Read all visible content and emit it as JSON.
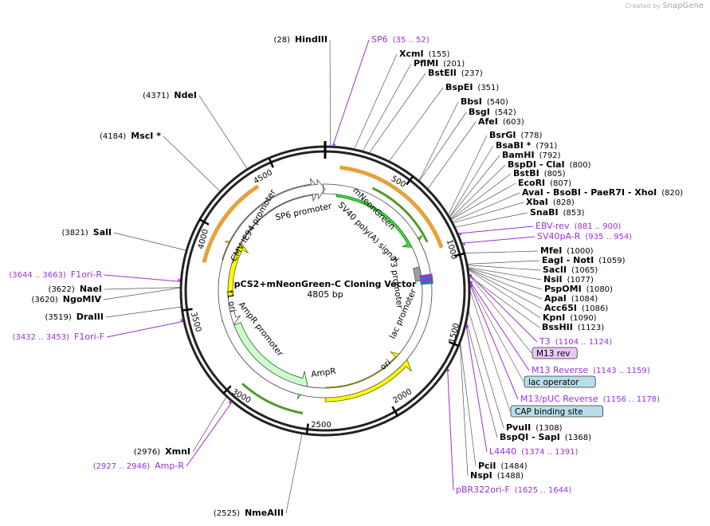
{
  "app": {
    "credit_prefix": "Created by",
    "credit_brand": "SnapGene"
  },
  "plasmid": {
    "name": "pCS2+mNeonGreen-C Cloning Vector",
    "length_label": "4805 bp"
  },
  "ticks": [
    "500",
    "1000",
    "1500",
    "2000",
    "2500",
    "3000",
    "3500",
    "4000",
    "4500"
  ],
  "features": [
    {
      "label": "mNeonGreen",
      "color": "#2ee62e"
    },
    {
      "label": "SV40 poly(A) signal",
      "color": "#9a9fa6"
    },
    {
      "label": "ori",
      "color": "#ffff00"
    },
    {
      "label": "AmpR",
      "color": "#ccffcc"
    },
    {
      "label": "AmpR promoter",
      "color": "#ffffff"
    },
    {
      "label": "f1 ori",
      "color": "#ffff00"
    },
    {
      "label": "CMV IE94 promoter",
      "color": "#ffffff"
    },
    {
      "label": "SP6 promoter",
      "color": "#ffffff"
    },
    {
      "label": "T3 promoter",
      "color": "#ffffff"
    },
    {
      "label": "lac promoter",
      "color": "#ffffff"
    }
  ],
  "labels": [
    {
      "kind": "enzyme",
      "pos": "(28)",
      "name": "HindIII"
    },
    {
      "kind": "primer",
      "name": "SP6",
      "pos": "(35 .. 52)"
    },
    {
      "kind": "enzyme",
      "name": "XcmI",
      "pos": "(155)"
    },
    {
      "kind": "enzyme",
      "name": "PflMI",
      "pos": "(201)"
    },
    {
      "kind": "enzyme",
      "name": "BstEII",
      "pos": "(237)"
    },
    {
      "kind": "enzyme",
      "name": "BspEI",
      "pos": "(351)"
    },
    {
      "kind": "enzyme",
      "name": "BbsI",
      "pos": "(540)"
    },
    {
      "kind": "enzyme",
      "name": "BsgI",
      "pos": "(542)"
    },
    {
      "kind": "enzyme",
      "name": "AfeI",
      "pos": "(603)"
    },
    {
      "kind": "enzyme",
      "name": "BsrGI",
      "pos": "(778)"
    },
    {
      "kind": "enzyme",
      "name": "BsaBI *",
      "pos": "(791)"
    },
    {
      "kind": "enzyme",
      "name": "BamHI",
      "pos": "(792)"
    },
    {
      "kind": "enzyme",
      "name": "BspDI  - ClaI",
      "pos": "(800)"
    },
    {
      "kind": "enzyme",
      "name": "BstBI",
      "pos": "(805)"
    },
    {
      "kind": "enzyme",
      "name": "EcoRI",
      "pos": "(807)"
    },
    {
      "kind": "enzyme",
      "name": "AvaI  - BsoBI  - PaeR7I  - XhoI",
      "pos": "(820)"
    },
    {
      "kind": "enzyme",
      "name": "XbaI",
      "pos": "(828)"
    },
    {
      "kind": "enzyme",
      "name": "SnaBI",
      "pos": "(853)"
    },
    {
      "kind": "primer",
      "name": "EBV-rev",
      "pos": "(881 .. 900)"
    },
    {
      "kind": "primer",
      "name": "SV40pA-R",
      "pos": "(935 .. 954)"
    },
    {
      "kind": "enzyme",
      "name": "MfeI",
      "pos": "(1000)"
    },
    {
      "kind": "enzyme",
      "name": "EagI  - NotI",
      "pos": "(1059)"
    },
    {
      "kind": "enzyme",
      "name": "SacII",
      "pos": "(1065)"
    },
    {
      "kind": "enzyme",
      "name": "NsiI",
      "pos": "(1077)"
    },
    {
      "kind": "enzyme",
      "name": "PspOMI",
      "pos": "(1080)"
    },
    {
      "kind": "enzyme",
      "name": "ApaI",
      "pos": "(1084)"
    },
    {
      "kind": "enzyme",
      "name": "Acc65I",
      "pos": "(1086)"
    },
    {
      "kind": "enzyme",
      "name": "KpnI",
      "pos": "(1090)"
    },
    {
      "kind": "enzyme",
      "name": "BssHII",
      "pos": "(1123)"
    },
    {
      "kind": "primer",
      "name": "T3",
      "pos": "(1104 .. 1124)"
    },
    {
      "kind": "boxpurple",
      "name": "M13 rev"
    },
    {
      "kind": "primer",
      "name": "M13 Reverse",
      "pos": "(1143 .. 1159)"
    },
    {
      "kind": "boxblue",
      "name": "lac operator"
    },
    {
      "kind": "primer",
      "name": "M13/pUC Reverse",
      "pos": "(1156 .. 1178)"
    },
    {
      "kind": "boxblue",
      "name": "CAP binding site"
    },
    {
      "kind": "enzyme",
      "name": "PvuII",
      "pos": "(1308)"
    },
    {
      "kind": "enzyme",
      "name": "BspQI  - SapI",
      "pos": "(1368)"
    },
    {
      "kind": "primer",
      "name": "L4440",
      "pos": "(1374 .. 1391)"
    },
    {
      "kind": "enzyme",
      "name": "PciI",
      "pos": "(1484)"
    },
    {
      "kind": "enzyme",
      "name": "NspI",
      "pos": "(1488)"
    },
    {
      "kind": "primer",
      "name": "pBR322ori-F",
      "pos": "(1625 .. 1644)"
    },
    {
      "kind": "enzyme",
      "pos": "(2525)",
      "name": "NmeAIII"
    },
    {
      "kind": "primer",
      "pos": "(2927 .. 2946)",
      "name": "Amp-R"
    },
    {
      "kind": "enzyme",
      "pos": "(2976)",
      "name": "XmnI"
    },
    {
      "kind": "primer",
      "pos": "(3432 .. 3453)",
      "name": "F1ori-F"
    },
    {
      "kind": "enzyme",
      "pos": "(3519)",
      "name": "DraIII"
    },
    {
      "kind": "enzyme",
      "pos": "(3620)",
      "name": "NgoMIV"
    },
    {
      "kind": "enzyme",
      "pos": "(3622)",
      "name": "NaeI"
    },
    {
      "kind": "primer",
      "pos": "(3644 .. 3663)",
      "name": "F1ori-R"
    },
    {
      "kind": "enzyme",
      "pos": "(3821)",
      "name": "SalI"
    },
    {
      "kind": "enzyme",
      "pos": "(4184)",
      "name": "MscI *"
    },
    {
      "kind": "enzyme",
      "pos": "(4371)",
      "name": "NdeI"
    }
  ]
}
